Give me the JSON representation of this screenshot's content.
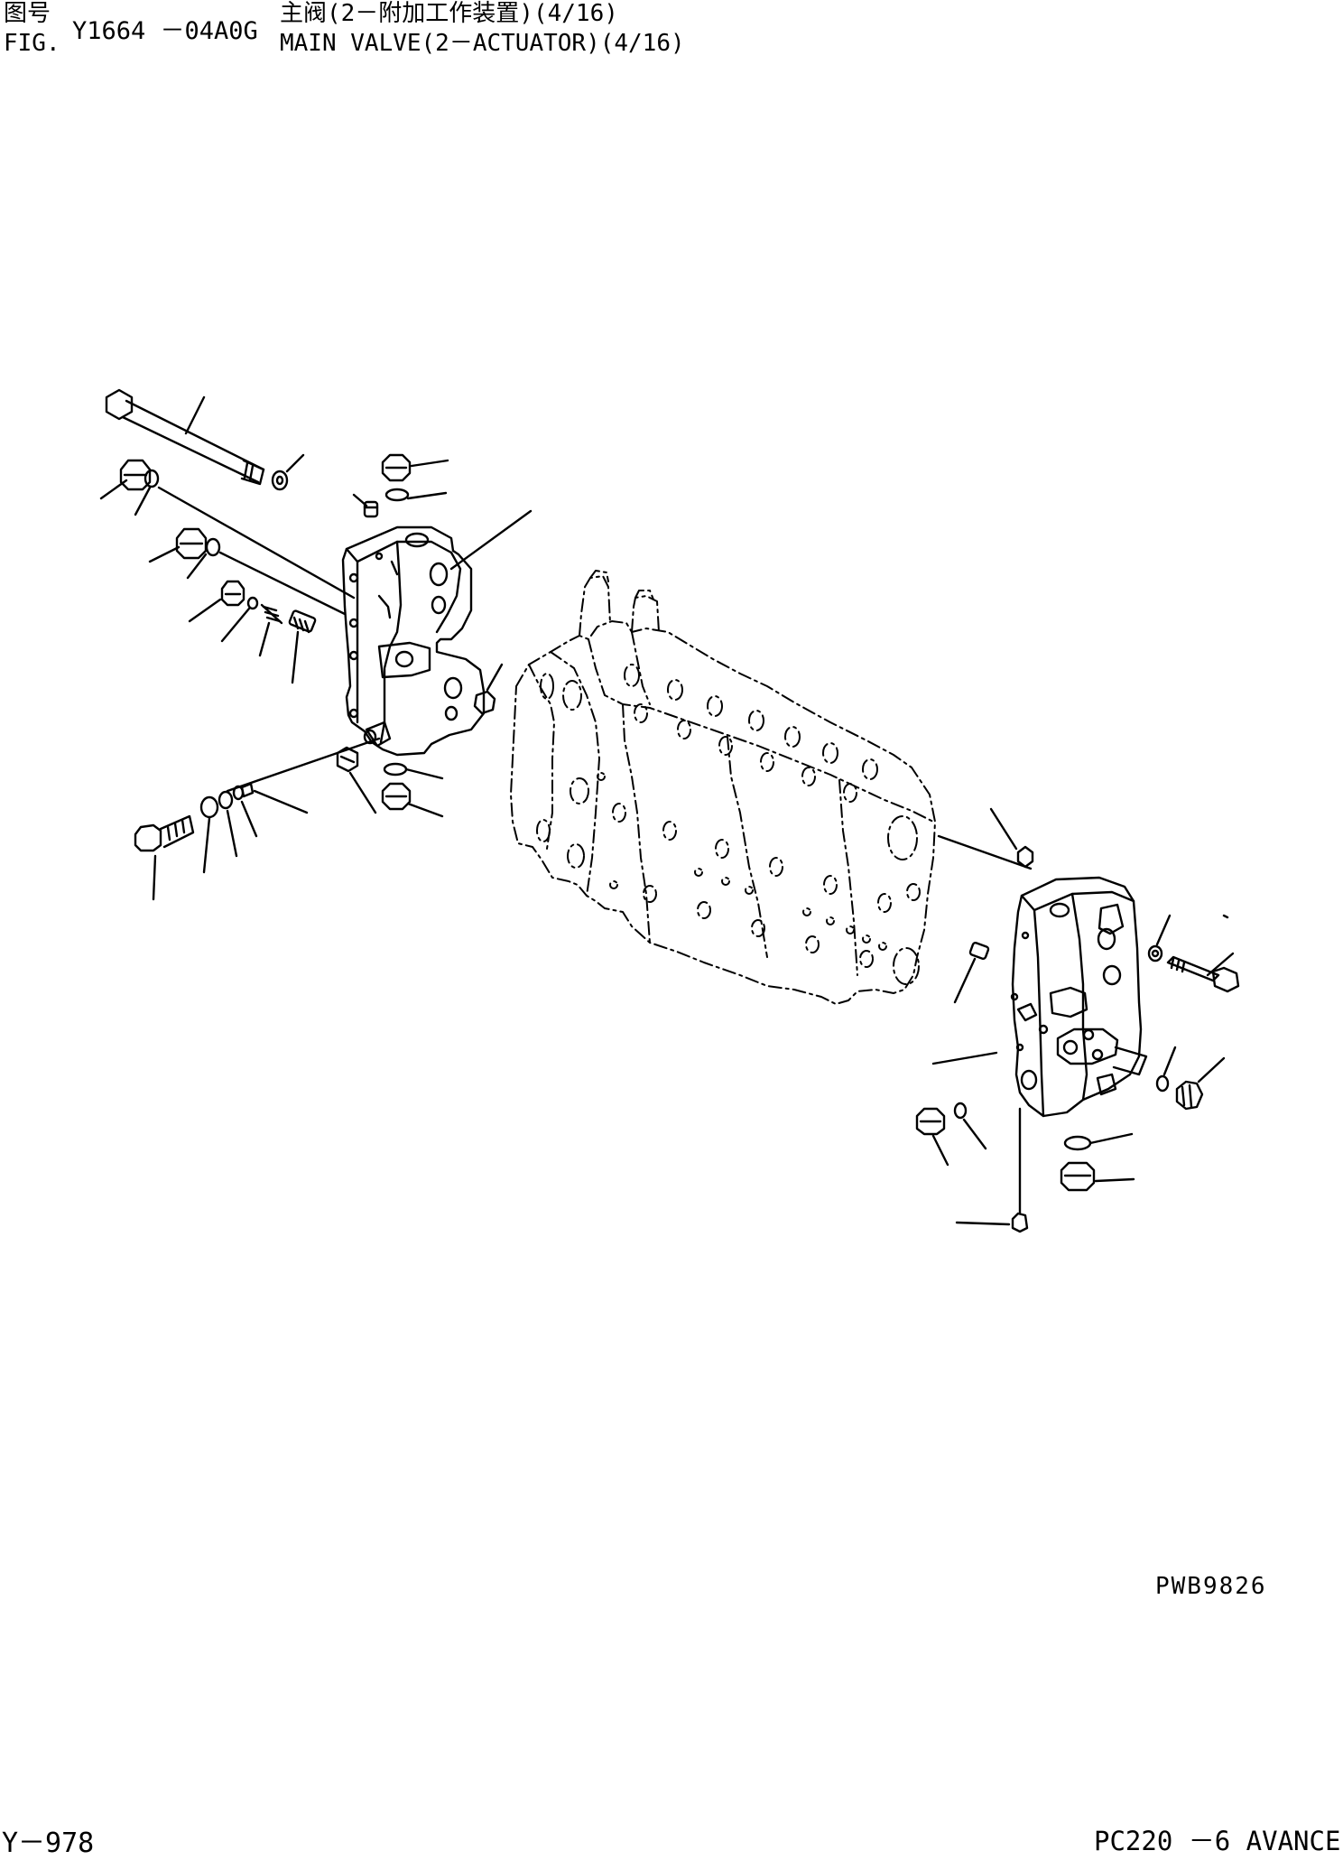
{
  "header": {
    "fig_label_cn": "图号",
    "fig_label_en": "FIG.",
    "fig_code": "Y1664 －04A0G",
    "title_cn": "主阀(2－附加工作装置)(4/16)",
    "title_en": "MAIN VALVE(2－ACTUATOR)(4/16)"
  },
  "diagram": {
    "reference_code": "PWB9826"
  },
  "footer": {
    "page": "Y－978",
    "model": "PC220 －6 AVANCE"
  }
}
